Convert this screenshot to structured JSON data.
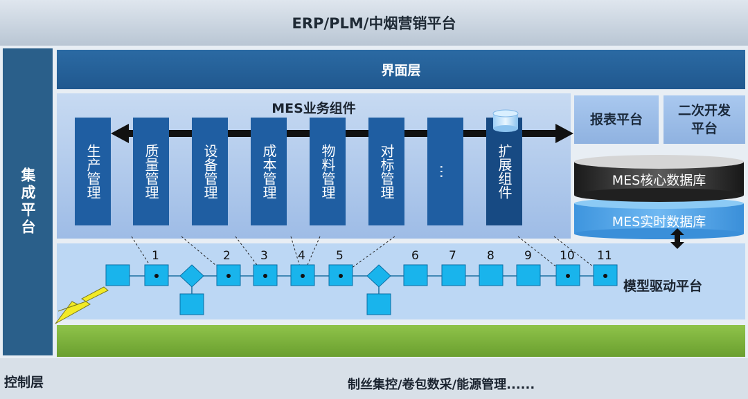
{
  "top_bar": {
    "title": "ERP/PLM/中烟营销平台"
  },
  "left_bar": {
    "label": "集成平台"
  },
  "ui_layer": {
    "label": "界面层"
  },
  "mes_components": {
    "title": "MES业务组件",
    "modules": [
      "生产管理",
      "质量管理",
      "设备管理",
      "成本管理",
      "物料管理",
      "对标管理",
      "…",
      "扩展组件"
    ]
  },
  "side": {
    "report": "报表平台",
    "dev_line1": "二次开发",
    "dev_line2": "平台",
    "core_db": "MES核心数据库",
    "realtime_db": "MES实时数据库"
  },
  "model_platform": {
    "label": "模型驱动平台",
    "numbers": [
      "1",
      "2",
      "3",
      "4",
      "5",
      "6",
      "7",
      "8",
      "9",
      "10",
      "11"
    ]
  },
  "bottom_bar": {
    "label": "控制层",
    "text": "制丝集控/卷包数采/能源管理......"
  },
  "colors": {
    "module_blue": "#1f5ea2",
    "node_cyan": "#19b4ec",
    "red_node": "#e8101a",
    "green_band": "#7fb23d",
    "lightning": "#f2ea26"
  }
}
